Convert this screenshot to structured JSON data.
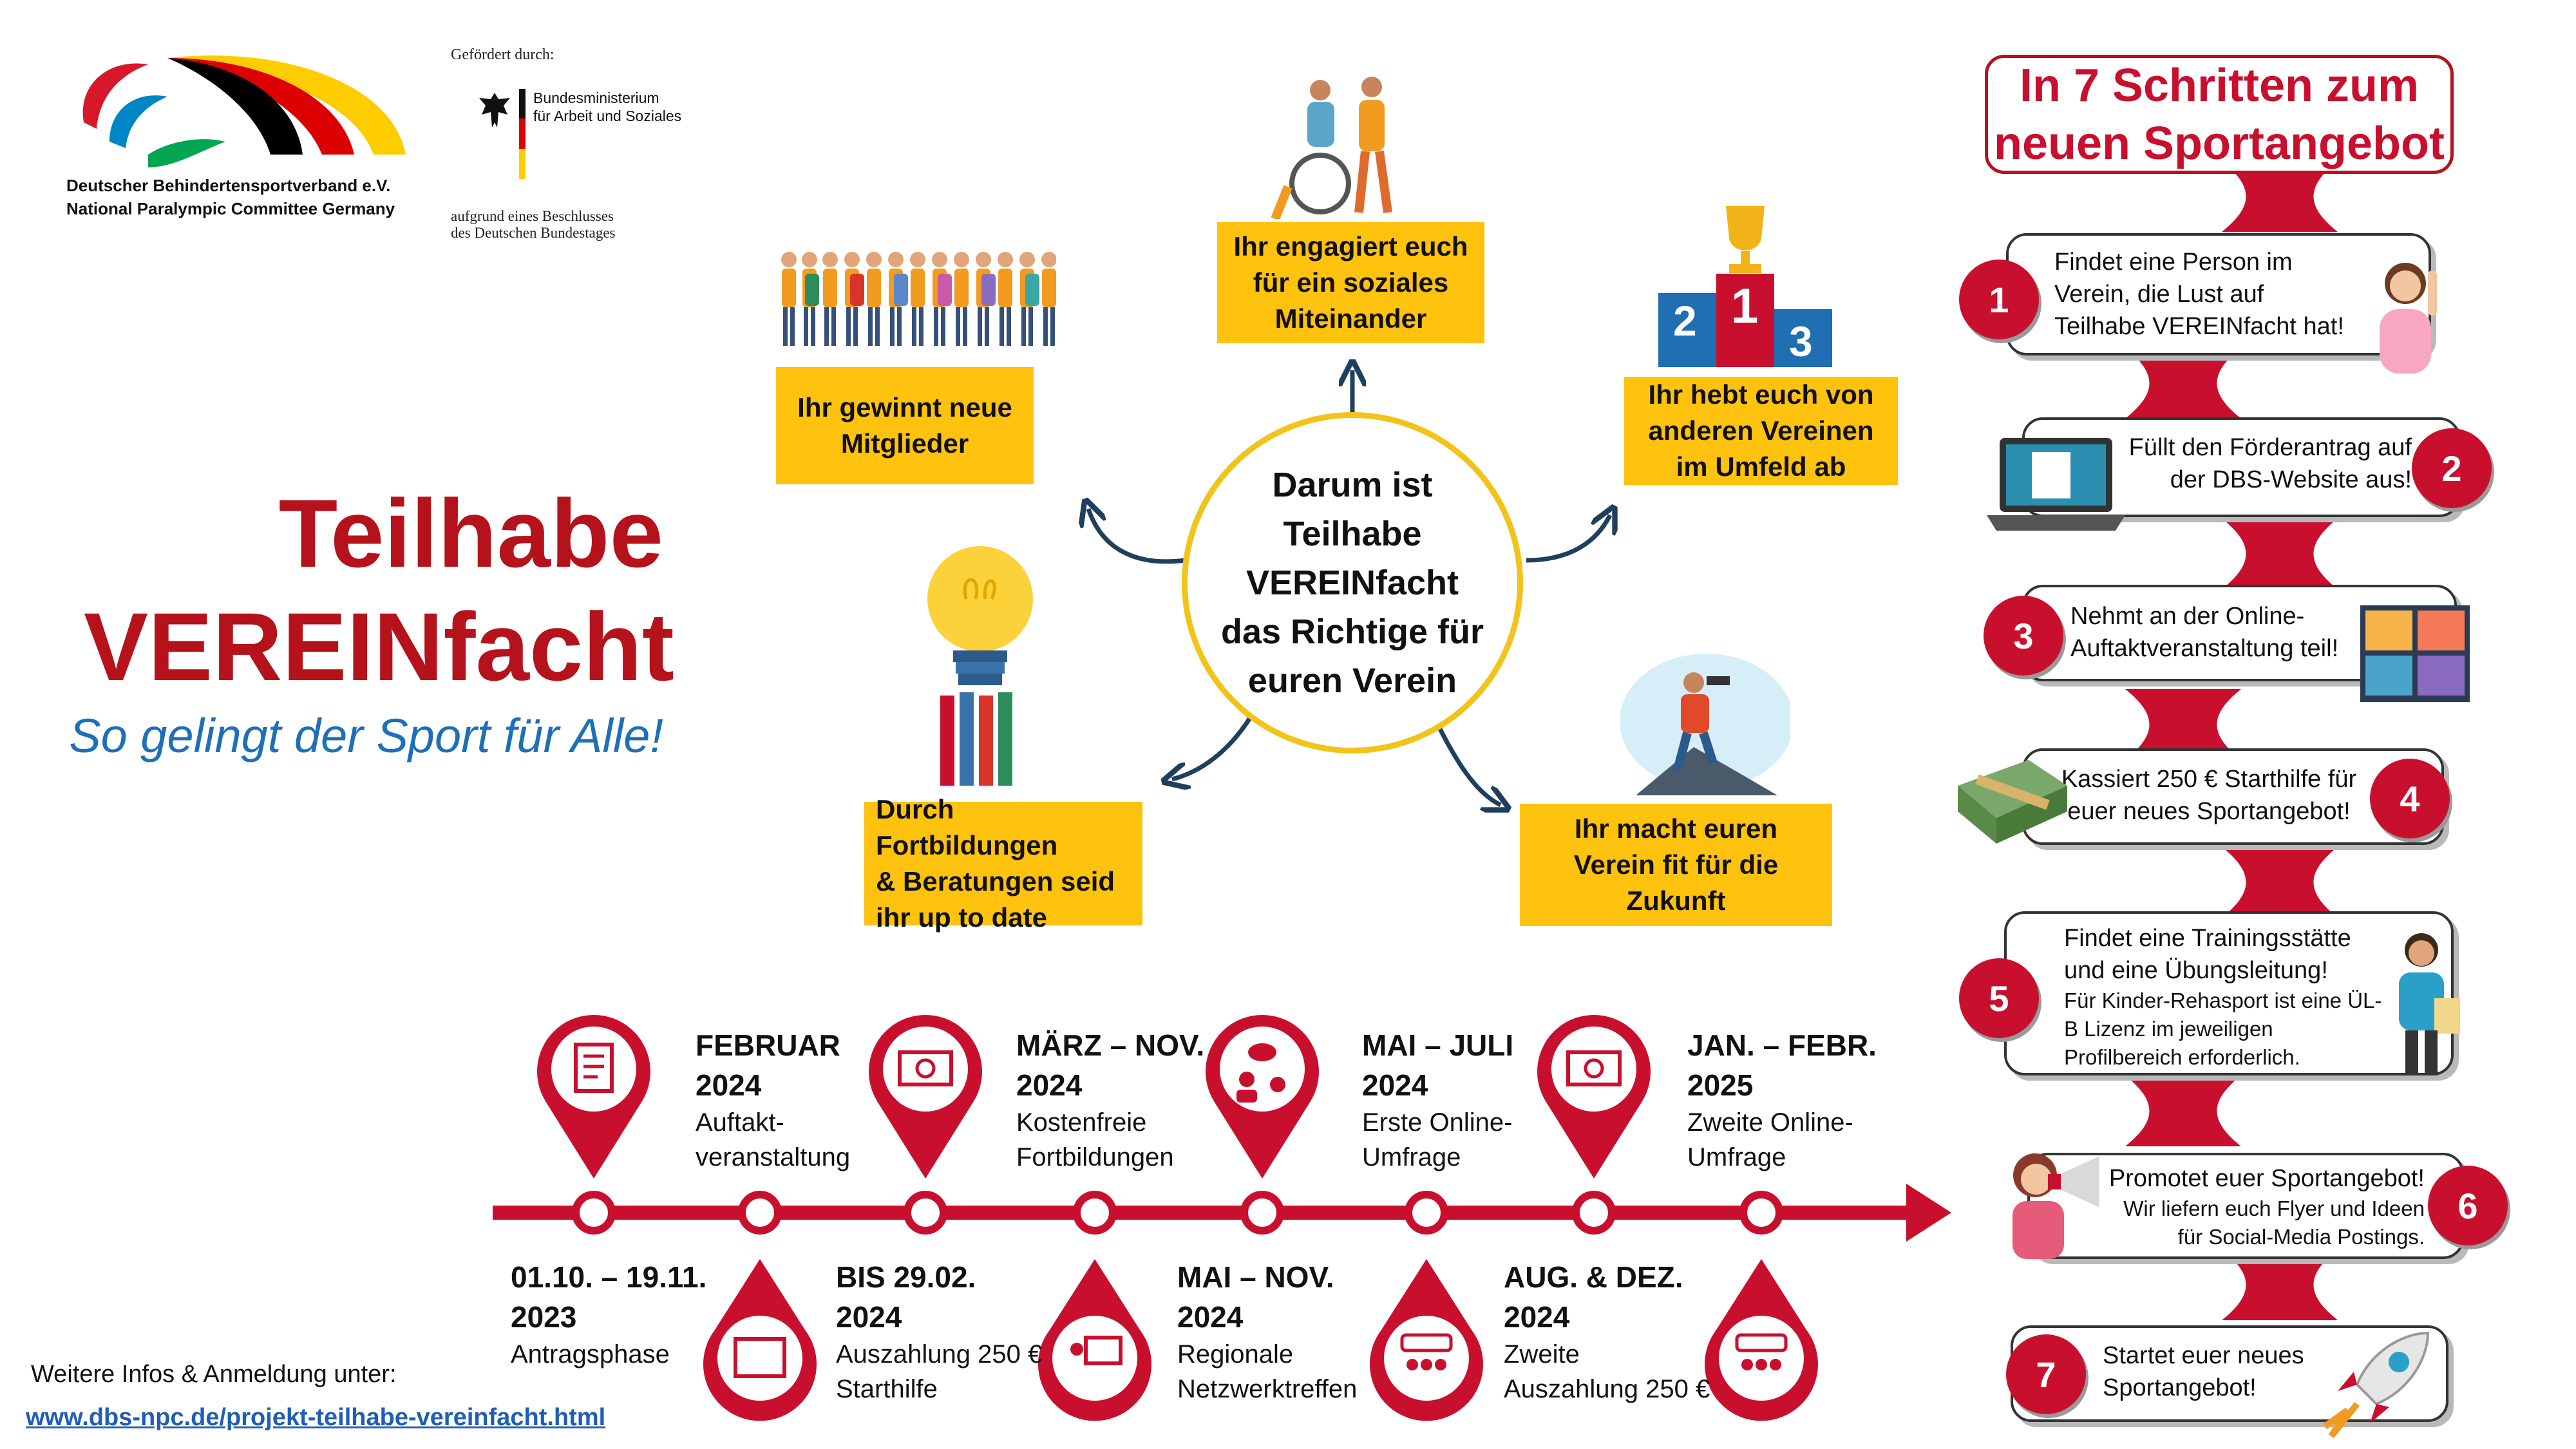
{
  "header": {
    "org_line1": "Deutscher Behindertensportverband e.V.",
    "org_line2": "National Paralympic Committee Germany",
    "funded_by": "Gefördert durch:",
    "ministry_line1": "Bundesministerium",
    "ministry_line2": "für Arbeit und Soziales",
    "resolution_line1": "aufgrund eines Beschlusses",
    "resolution_line2": "des Deutschen Bundestages"
  },
  "hero": {
    "title_line1": "Teilhabe",
    "title_line2": "VEREINfacht",
    "subtitle": "So gelingt der Sport für Alle!"
  },
  "center": {
    "line1": "Darum ist",
    "line2": "Teilhabe",
    "line3": "VEREINfacht",
    "line4": "das Richtige für",
    "line5": "euren Verein"
  },
  "benefits": [
    {
      "line1": "Ihr gewinnt neue",
      "line2": "Mitglieder",
      "line3": ""
    },
    {
      "line1": "Ihr engagiert euch",
      "line2": "für ein soziales",
      "line3": "Miteinander"
    },
    {
      "line1": "Ihr hebt euch von",
      "line2": "anderen Vereinen",
      "line3": "im Umfeld ab"
    },
    {
      "line1": "Durch Fortbildungen",
      "line2": "& Beratungen seid",
      "line3": "ihr up to date"
    },
    {
      "line1": "Ihr macht euren",
      "line2": "Verein fit für die",
      "line3": "Zukunft"
    }
  ],
  "podium": {
    "first": "1",
    "second": "2",
    "third": "3"
  },
  "steps_title": {
    "line1": "In 7 Schritten zum",
    "line2": "neuen Sportangebot"
  },
  "steps": [
    {
      "number": "1",
      "line1": "Findet eine Person im",
      "line2": "Verein, die Lust auf",
      "line3": "Teilhabe VEREINfacht hat!"
    },
    {
      "number": "2",
      "line1": "Füllt den Förderantrag auf",
      "line2": "der DBS-Website aus!"
    },
    {
      "number": "3",
      "line1": "Nehmt an der Online-",
      "line2": "Auftaktveranstaltung teil!"
    },
    {
      "number": "4",
      "line1": "Kassiert 250 € Starthilfe für",
      "line2": "euer neues Sportangebot!"
    },
    {
      "number": "5",
      "line1": "Findet eine Trainingsstätte",
      "line2": "und eine Übungsleitung!",
      "note1": "Für Kinder-Rehasport ist eine ÜL-",
      "note2": "B Lizenz im jeweiligen",
      "note3": "Profilbereich erforderlich."
    },
    {
      "number": "6",
      "line1": "Promotet euer Sportangebot!",
      "line2": "Wir liefern euch Flyer und Ideen",
      "line3": "für Social-Media Postings."
    },
    {
      "number": "7",
      "line1": "Startet euer neues",
      "line2": "Sportangebot!"
    }
  ],
  "timeline_top": [
    {
      "date1": "FEBRUAR",
      "date2": "2024",
      "desc1": "Auftakt-",
      "desc2": "veranstaltung"
    },
    {
      "date1": "MÄRZ – NOV.",
      "date2": "2024",
      "desc1": "Kostenfreie",
      "desc2": "Fortbildungen"
    },
    {
      "date1": "MAI – JULI",
      "date2": "2024",
      "desc1": "Erste Online-",
      "desc2": "Umfrage"
    },
    {
      "date1": "JAN. – FEBR.",
      "date2": "2025",
      "desc1": "Zweite Online-",
      "desc2": "Umfrage"
    }
  ],
  "timeline_bottom": [
    {
      "date1": "01.10. – 19.11.",
      "date2": "2023",
      "desc1": "Antragsphase",
      "desc2": ""
    },
    {
      "date1": "BIS 29.02.",
      "date2": "2024",
      "desc1": "Auszahlung 250 €",
      "desc2": "Starthilfe"
    },
    {
      "date1": "MAI – NOV.",
      "date2": "2024",
      "desc1": "Regionale",
      "desc2": "Netzwerktreffen"
    },
    {
      "date1": "AUG. & DEZ.",
      "date2": "2024",
      "desc1": "Zweite",
      "desc2": "Auszahlung 250 €"
    }
  ],
  "footer": {
    "label": "Weitere Infos & Anmeldung unter:",
    "link": "www.dbs-npc.de/projekt-teilhabe-vereinfacht.html"
  },
  "colors": {
    "red": "#c8102e",
    "dark_red": "#b5121b",
    "yellow": "#ffc20e",
    "circle_border": "#f2c31b",
    "blue_subtitle": "#1d70b7",
    "navy_arrow": "#1f3f5f",
    "link_blue": "#1f5eb3"
  }
}
